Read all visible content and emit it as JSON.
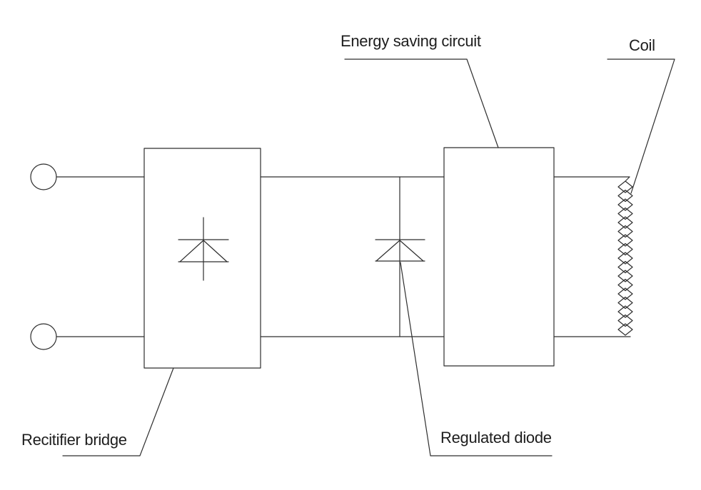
{
  "diagram": {
    "type": "circuit-schematic",
    "labels": {
      "energy_saving_circuit": "Energy saving circuit",
      "coil": "Coil",
      "rectifier_bridge": "Recitifier bridge",
      "regulated_diode": "Regulated diode"
    },
    "components": [
      {
        "name": "input-terminal-top",
        "shape": "circle"
      },
      {
        "name": "input-terminal-bottom",
        "shape": "circle"
      },
      {
        "name": "rectifier-bridge",
        "shape": "rectangle-with-diode-symbol",
        "label": "Recitifier bridge"
      },
      {
        "name": "regulated-diode",
        "shape": "diode-symbol-on-vertical-branch",
        "label": "Regulated diode"
      },
      {
        "name": "energy-saving-circuit",
        "shape": "rectangle",
        "label": "Energy saving circuit"
      },
      {
        "name": "coil",
        "shape": "winding-of-diamonds",
        "label": "Coil",
        "turns": 17
      }
    ],
    "coil_turns": 17,
    "colors": {
      "line": "#2e2e2e",
      "text": "#1d1d1d",
      "background": "#ffffff"
    }
  }
}
